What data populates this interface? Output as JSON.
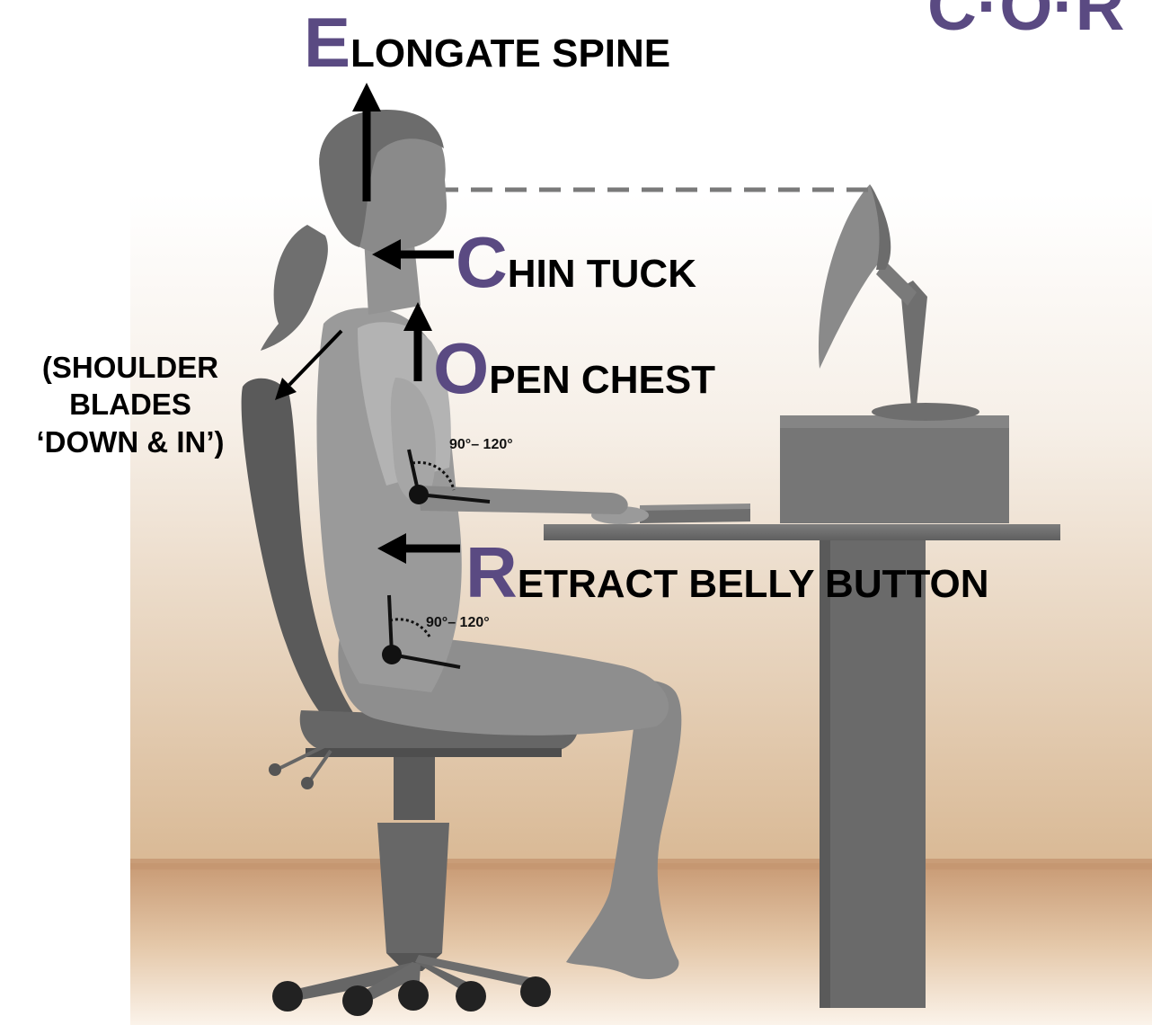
{
  "header": {
    "text": "C·O·R"
  },
  "labels": {
    "elongate": {
      "initial": "E",
      "rest": "LONGATE SPINE"
    },
    "chin": {
      "initial": "C",
      "rest": "HIN TUCK"
    },
    "open": {
      "initial": "O",
      "rest": "PEN CHEST"
    },
    "retract": {
      "initial": "R",
      "rest": "ETRACT BELLY BUTTON"
    },
    "shoulder": {
      "line1": "(SHOULDER",
      "line2": "BLADES",
      "line3": "‘DOWN & IN’)"
    }
  },
  "angles": {
    "elbow": "90°– 120°",
    "hip": "90°– 120°"
  },
  "colors": {
    "accent": "#5a4a82",
    "label": "#000000",
    "figure": "#8f8f8f",
    "chair": "#5e5e5e",
    "desk": "#6b6b6b",
    "wall_top": "#f7f1ea",
    "wall_bottom": "#d8b795",
    "floor": "#caa07c"
  }
}
